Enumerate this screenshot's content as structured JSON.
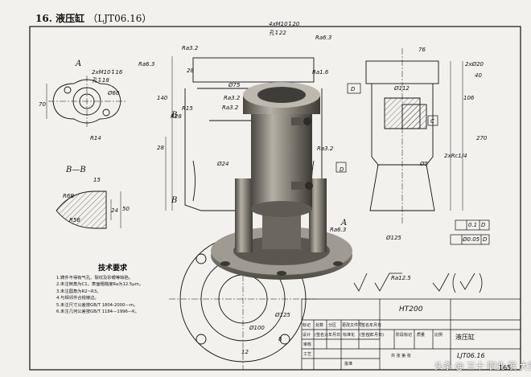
{
  "header": {
    "number": "16.",
    "name": "液压缸",
    "code": "（LJT06.16）"
  },
  "view_labels": {
    "a": "A",
    "bb": "B—B",
    "a2": "A",
    "b1": "B",
    "b2": "B"
  },
  "dims": {
    "d1": "2xM10↧16",
    "d2": "孔↧18",
    "d3": "Ø60",
    "d4": "R14",
    "d5": "70",
    "d6": "Ra6.3",
    "d7": "15",
    "d8": "R6B",
    "d9": "R56",
    "d10": "24",
    "d11": "50",
    "d12": "Ra3.2",
    "d13": "4xM10↧20",
    "d14": "孔↧22",
    "d15": "Ra6.3",
    "d16": "Ra1.6",
    "d17": "Ø75",
    "d18": "Ra3.2",
    "d19": "R15",
    "d20": "R28",
    "d21": "Ra3.2",
    "d22": "140",
    "d23": "28",
    "d24": "28",
    "d25": "Ø24",
    "d26": "Ra3.2",
    "d27": "D",
    "d28": "Ra6.3",
    "d29": "76",
    "d30": "2xØ20",
    "d31": "40",
    "d32": "Ø112",
    "d33": "106",
    "d34": "270",
    "d35": "D",
    "d36": "C",
    "d37": "Ø5",
    "d38": "2xRc1/4",
    "d39": "0.1",
    "d40": "D",
    "d41": "Ø125",
    "d42": "Ø0.05",
    "d43": "D",
    "d44": "Ra12.5",
    "d45": "Ø100",
    "d46": "Ø125",
    "d47": "8",
    "d48": "12"
  },
  "tech": {
    "heading": "技术要求",
    "items": [
      "1.铸件不得有气孔、裂纹及砂眼等缺陷。",
      "2.未注倒角为C1，表面粗糙度Ra为12.5μm。",
      "3.未注圆角为R2~R3。",
      "4.与相邻件合锐棱边。",
      "5.未注尺寸公差按GB/T 1804-2000—m。",
      "6.未注几何公差按GB/T 1184—1996—K。"
    ]
  },
  "title_block": {
    "material": "HT200",
    "part_name": "液压缸",
    "drawing_no": "LJT06.16",
    "row1": [
      "标记",
      "处数",
      "分区",
      "更改文件号",
      "签名",
      "年月日"
    ],
    "row2": [
      "设计",
      "(签名)",
      "(年月日)",
      "标准化",
      "(签名)",
      "(年月日)"
    ],
    "stage": "阶段标记",
    "weight": "质量",
    "scale": "比例",
    "r_check": "审核",
    "r_process": "工艺",
    "approve": "批准",
    "sheets": "共 张 第 张"
  },
  "watermark": "头条 @ 三十 职业 展 大营",
  "page_number": "165"
}
